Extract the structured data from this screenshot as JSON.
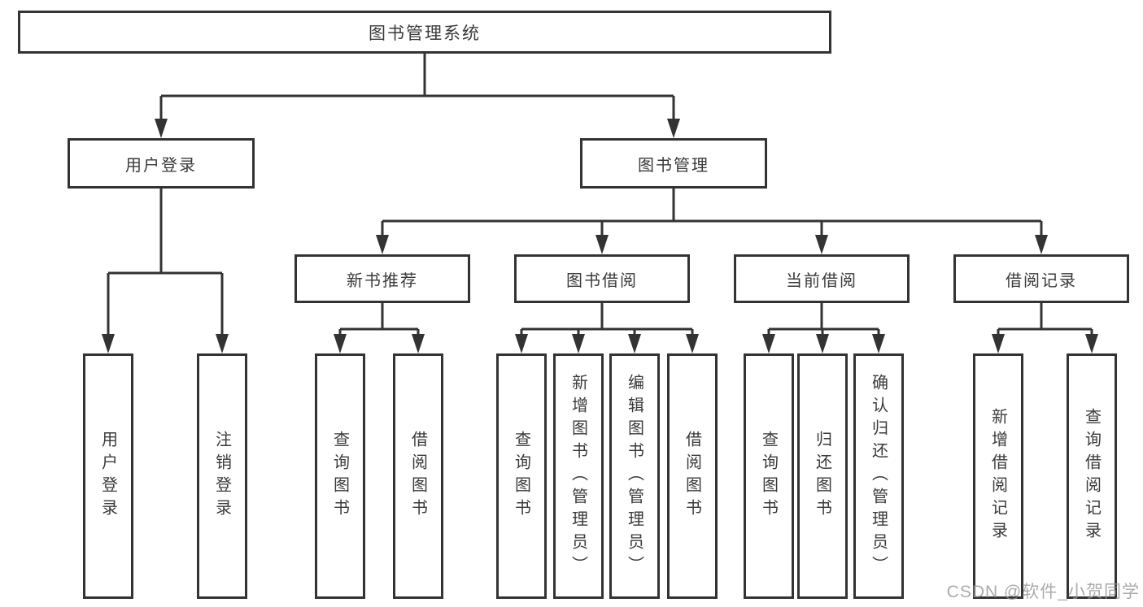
{
  "tree": {
    "root": {
      "label": "图书管理系统"
    },
    "l2": [
      {
        "label": "用户登录",
        "leaves": [
          "用户登录",
          "注销登录"
        ]
      },
      {
        "label": "图书管理",
        "sections": [
          {
            "label": "新书推荐",
            "leaves": [
              "查询图书",
              "借阅图书"
            ]
          },
          {
            "label": "图书借阅",
            "leaves": [
              "查询图书",
              "新增图书（管理员）",
              "编辑图书（管理员）",
              "借阅图书"
            ]
          },
          {
            "label": "当前借阅",
            "leaves": [
              "查询图书",
              "归还图书",
              "确认归还（管理员）"
            ]
          },
          {
            "label": "借阅记录",
            "leaves": [
              "新增借阅记录",
              "查询借阅记录"
            ]
          }
        ]
      }
    ]
  },
  "watermark": {
    "text": "CSDN @软件_小贺同学"
  },
  "colors": {
    "border": "#333333",
    "text": "#3a3a3a",
    "connector": "#333333",
    "watermark": "#969696",
    "background": "#ffffff"
  }
}
